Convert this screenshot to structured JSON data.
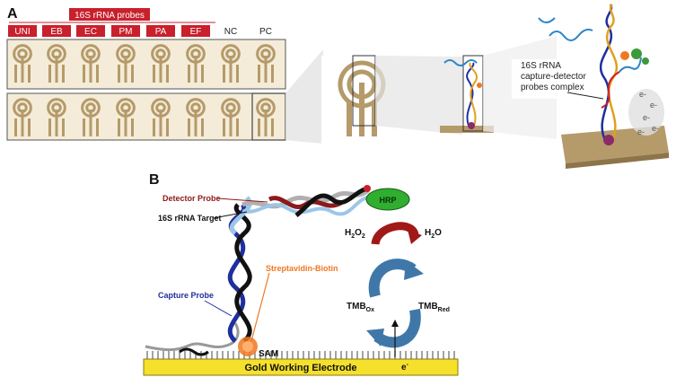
{
  "panel_a": {
    "label": "A",
    "group_label": "16S rRNA probes",
    "probe_labels": [
      "UNI",
      "EB",
      "EC",
      "PM",
      "PA",
      "EF"
    ],
    "control_labels": [
      "NC",
      "PC"
    ],
    "complex_label_lines": [
      "16S rRNA",
      "capture-detector",
      "probes complex"
    ],
    "electron_label": "e-",
    "colors": {
      "probe_box": "#c8202c",
      "electrode": "#b59a6a",
      "chip_bg": "#f4ecd8"
    }
  },
  "panel_b": {
    "label": "B",
    "detector_probe": "Detector Probe",
    "target": "16S rRNA Target",
    "strep_biotin": "Streptavidin-Biotin",
    "capture_probe": "Capture Probe",
    "sam": "SAM",
    "electrode": "Gold Working Electrode",
    "h2o2_main": "H",
    "h2o2_sub1": "2",
    "h2o2_mid": "O",
    "h2o2_sub2": "2",
    "h2o_main": "H",
    "h2o_sub": "2",
    "h2o_end": "O",
    "tmb_ox_main": "TMB",
    "tmb_ox_sub": "Ox",
    "tmb_red_main": "TMB",
    "tmb_red_sub": "Red",
    "electron_main": "e",
    "electron_sup": "-",
    "enzyme": "HRP",
    "colors": {
      "gold": "#f5e02c",
      "detector": "#8b1a1a",
      "capture": "#1f2f9e",
      "strep": "#f07820",
      "enzyme": "#2fae2f",
      "arrow_red": "#a01818",
      "arrow_blue": "#3f78a8"
    }
  }
}
